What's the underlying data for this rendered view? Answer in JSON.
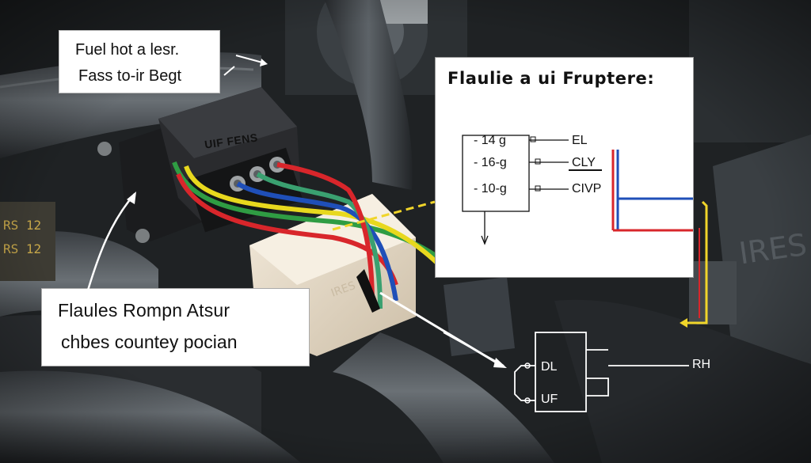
{
  "callouts": {
    "top_left": {
      "line1": "Fuel hot a lesr.",
      "line2": "Fass to-ir Begt"
    },
    "bottom_left": {
      "line1": "Flaules Rompn Atsur",
      "line2": "chbes countey pocian"
    }
  },
  "schematic": {
    "title": "Flaulie a ui Fruptere:",
    "rows": [
      {
        "left": "- 14  g",
        "right": "EL"
      },
      {
        "left": "- 16-g",
        "right": "CLY"
      },
      {
        "left": "- 10-g",
        "right": "CIVP"
      }
    ]
  },
  "connector": {
    "label": "UIF FENS"
  },
  "relay_diagram": {
    "top_label": "DL",
    "bottom_label": "UF",
    "output_label": "RH"
  },
  "colors": {
    "wire_red": "#d8262b",
    "wire_blue": "#1f4fb8",
    "wire_yellow": "#e8d81e",
    "wire_green": "#2f9c43",
    "dashed_yellow": "#f0d52a"
  }
}
